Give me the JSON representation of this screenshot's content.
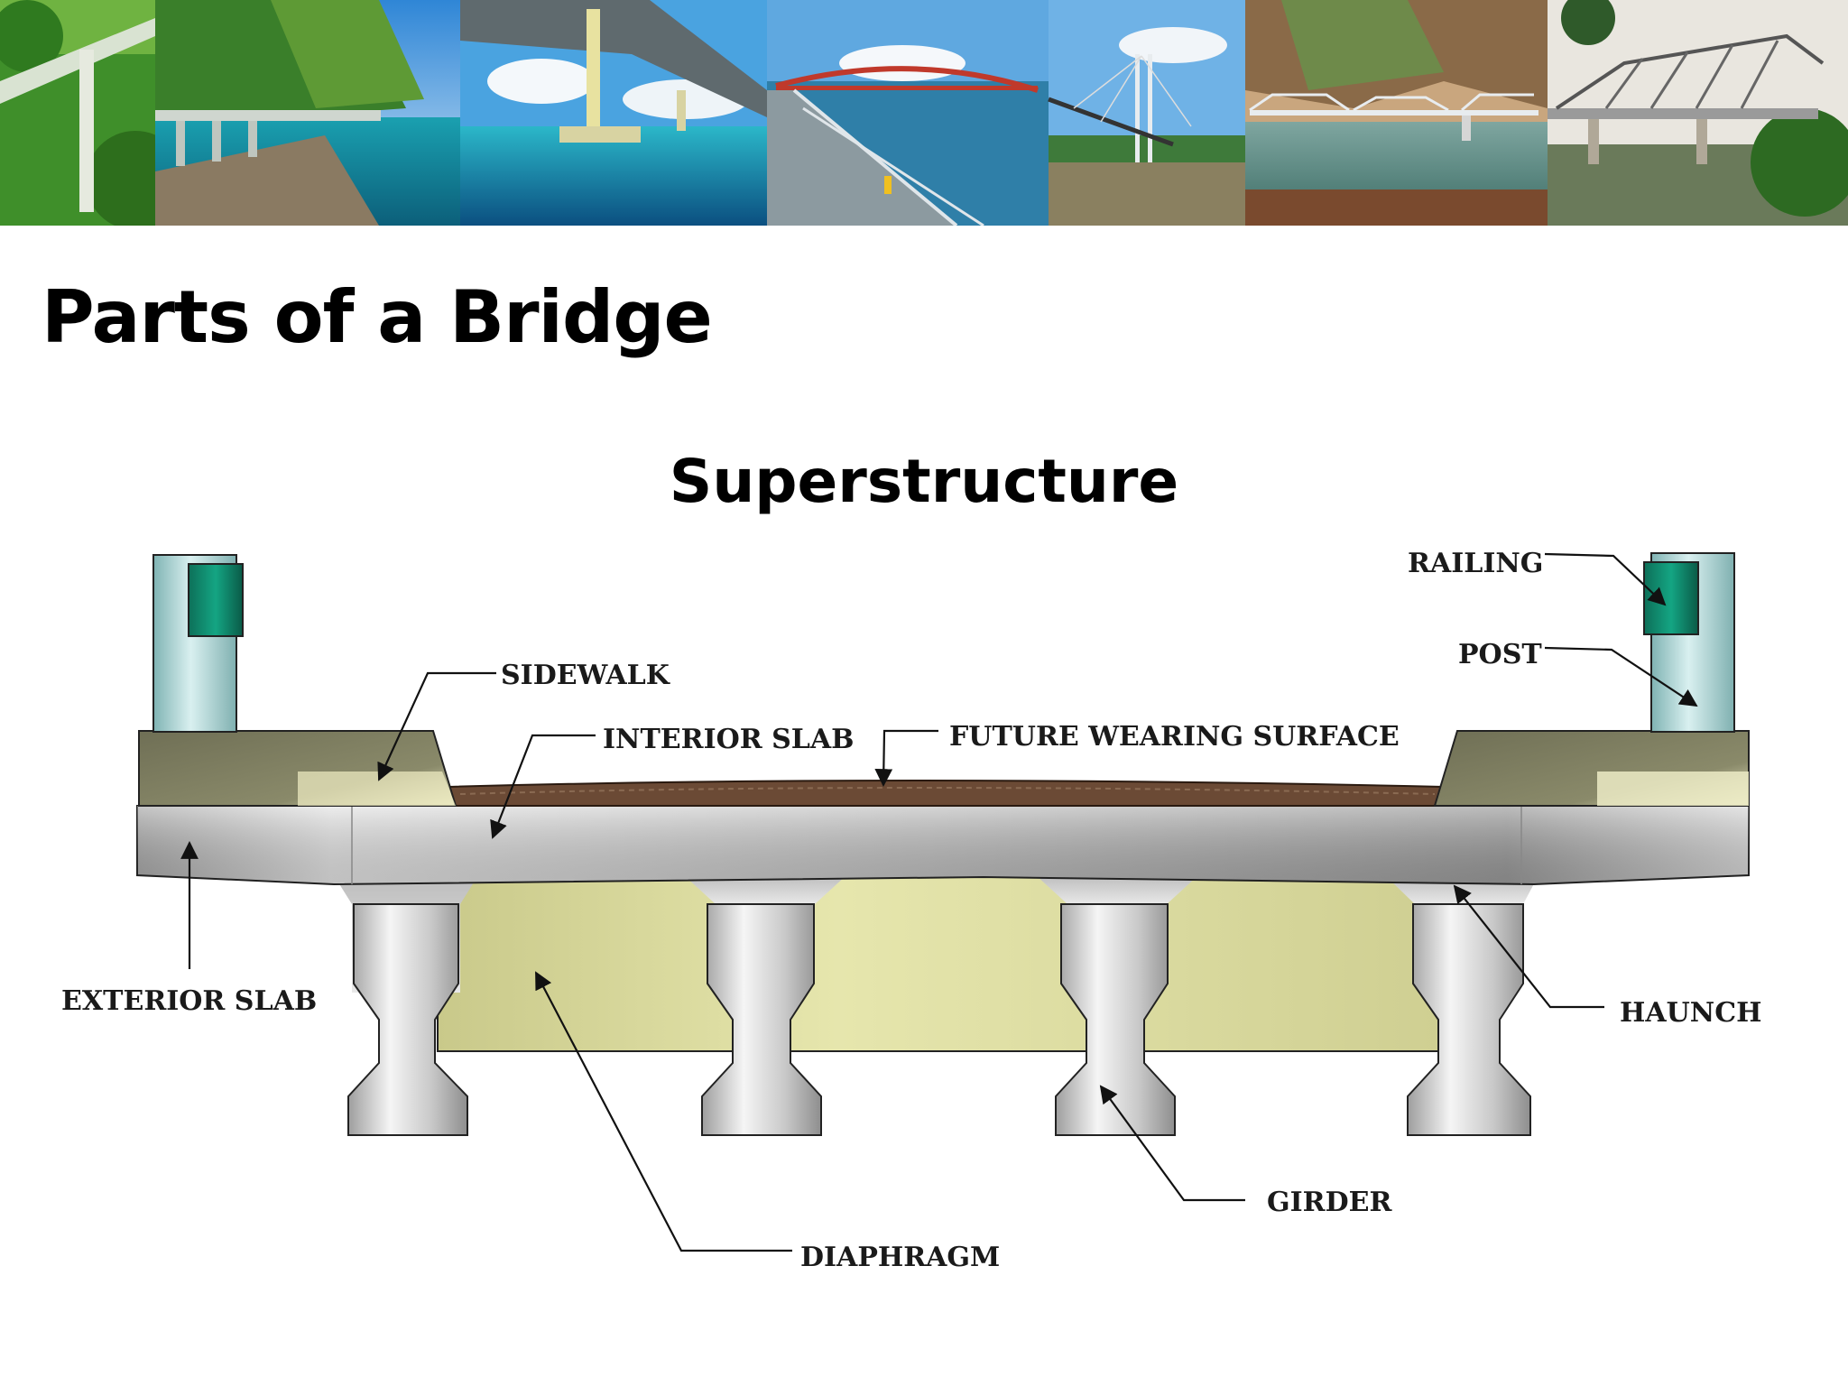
{
  "slide": {
    "title": "Parts of a Bridge",
    "subtitle": "Superstructure"
  },
  "banner": {
    "photos": [
      "bridge-photo-1",
      "bridge-photo-2",
      "bridge-photo-3",
      "bridge-photo-4",
      "bridge-photo-5",
      "bridge-photo-6",
      "bridge-photo-7"
    ]
  },
  "labels": {
    "railing": "RAILING",
    "post": "POST",
    "sidewalk": "SIDEWALK",
    "interior_slab": "INTERIOR SLAB",
    "future_wearing_surface": "FUTURE WEARING SURFACE",
    "exterior_slab": "EXTERIOR SLAB",
    "haunch": "HAUNCH",
    "girder": "GIRDER",
    "diaphragm": "DIAPHRAGM"
  },
  "colors": {
    "railing": "#0a8a6c",
    "post": "#a8d4d4",
    "sidewalk": "#7a7a5e",
    "slab": "#b8b8b8",
    "diaphragm": "#d8d8a0",
    "wearing_surface": "#6b4a35",
    "girder": "#c8c8c8"
  }
}
